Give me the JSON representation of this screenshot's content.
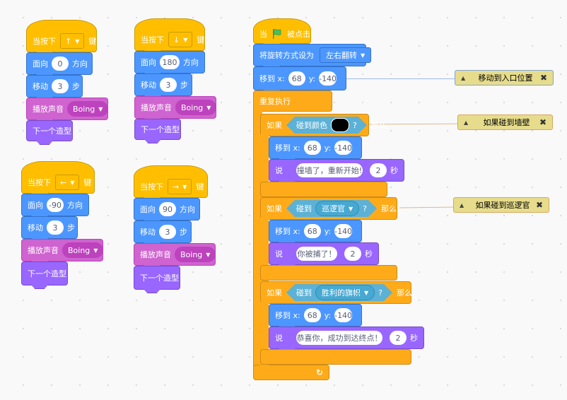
{
  "scripts": [
    {
      "key_label_pre": "当按下",
      "key": "↑",
      "key_label_post": "键",
      "face_label": "面向",
      "face_value": "0",
      "face_post": "方向",
      "move_label": "移动",
      "move_value": "3",
      "move_post": "步",
      "sound_label": "播放声音",
      "sound": "Boing",
      "costume_label": "下一个造型"
    },
    {
      "key_label_pre": "当按下",
      "key": "↓",
      "key_label_post": "键",
      "face_label": "面向",
      "face_value": "180",
      "face_post": "方向",
      "move_label": "移动",
      "move_value": "3",
      "move_post": "步",
      "sound_label": "播放声音",
      "sound": "Boing",
      "costume_label": "下一个造型"
    },
    {
      "key_label_pre": "当按下",
      "key": "←",
      "key_label_post": "键",
      "face_label": "面向",
      "face_value": "-90",
      "face_post": "方向",
      "move_label": "移动",
      "move_value": "3",
      "move_post": "步",
      "sound_label": "播放声音",
      "sound": "Boing",
      "costume_label": "下一个造型"
    },
    {
      "key_label_pre": "当按下",
      "key": "→",
      "key_label_post": "键",
      "face_label": "面向",
      "face_value": "90",
      "face_post": "方向",
      "move_label": "移动",
      "move_value": "3",
      "move_post": "步",
      "sound_label": "播放声音",
      "sound": "Boing",
      "costume_label": "下一个造型"
    }
  ],
  "main": {
    "flag_pre": "当",
    "flag_post": "被点击",
    "flag_color": "#4cbf56",
    "rotation_label": "将旋转方式设为",
    "rotation_value": "左右翻转",
    "goto_label": "移到 x:",
    "goto_x": "68",
    "goto_y_label": "y:",
    "goto_y": "-140",
    "forever_label": "重复执行",
    "ifs": [
      {
        "if_label": "如果",
        "cond_label": "碰到颜色",
        "cond_color": "#000000",
        "q": "?",
        "then_label": "那么",
        "goto_label": "移到 x:",
        "x": "68",
        "y_label": "y:",
        "y": "-140",
        "say_label": "说",
        "say_text": "撞墙了，重新开始!",
        "secs": "2",
        "secs_label": "秒"
      },
      {
        "if_label": "如果",
        "cond_label": "碰到",
        "cond_target": "巡逻官",
        "q": "?",
        "then_label": "那么",
        "goto_label": "移到 x:",
        "x": "68",
        "y_label": "y:",
        "y": "-140",
        "say_label": "说",
        "say_text": "你被捕了！",
        "secs": "2",
        "secs_label": "秒"
      },
      {
        "if_label": "如果",
        "cond_label": "碰到",
        "cond_target": "胜利的旗帜",
        "q": "?",
        "then_label": "那么",
        "goto_label": "移到 x:",
        "x": "68",
        "y_label": "y:",
        "y": "-140",
        "say_label": "说",
        "say_text": "恭喜你，成功到达终点！",
        "secs": "2",
        "secs_label": "秒"
      }
    ],
    "loop_arrow": "↻"
  },
  "comments": [
    {
      "text": "移动到入口位置",
      "collapse": "▲",
      "close": "✖"
    },
    {
      "text": "如果碰到墙壁",
      "collapse": "▲",
      "close": "✖"
    },
    {
      "text": "如果碰到巡逻官",
      "collapse": "▲",
      "close": "✖"
    }
  ]
}
